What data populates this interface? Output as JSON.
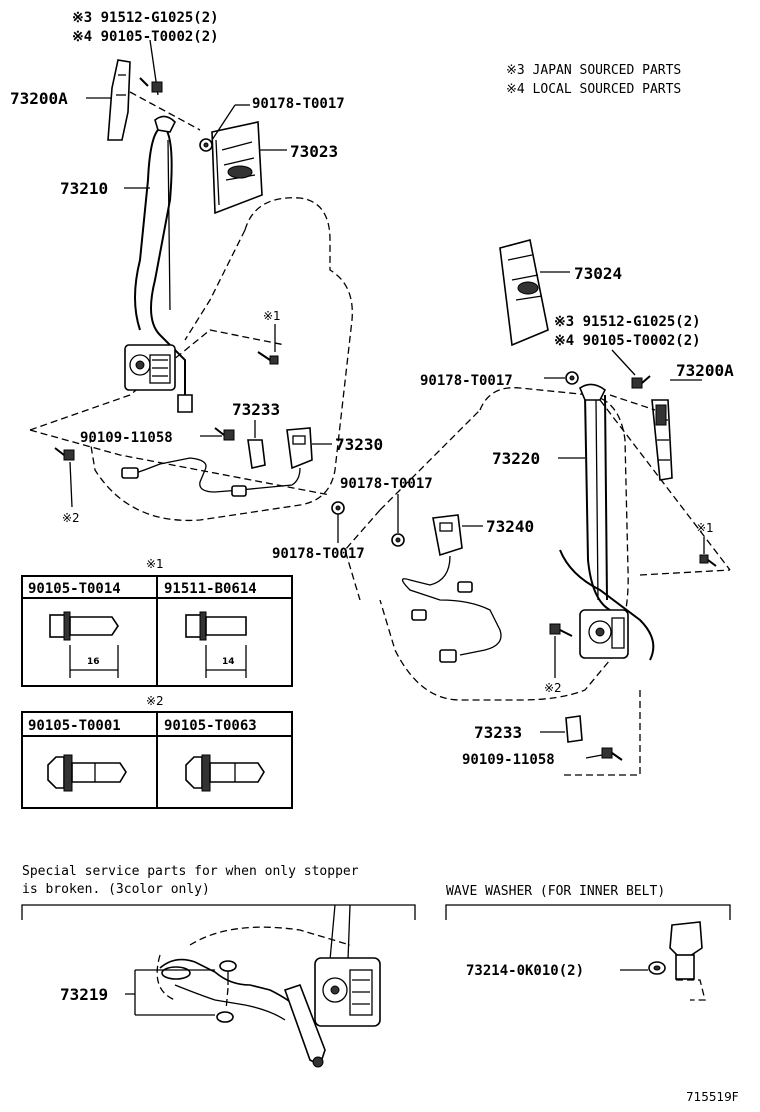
{
  "notes": {
    "top_left_line1": "※3 91512-G1025(2)",
    "top_left_line2": "※4 90105-T0002(2)",
    "legend_line1": "※3  JAPAN SOURCED PARTS",
    "legend_line2": "※4  LOCAL SOURCED PARTS",
    "right_line1": "※3 91512-G1025(2)",
    "right_line2": "※4 90105-T0002(2)"
  },
  "callouts": {
    "c73200a_left": "73200A",
    "c90178_top": "90178-T0017",
    "c73023": "73023",
    "c73210": "73210",
    "c73024": "73024",
    "mark1_left": "※1",
    "c73233_left": "73233",
    "c90109_left": "90109-11058",
    "c73230": "73230",
    "mark2_left": "※2",
    "c90178_right_top": "90178-T0017",
    "c73200a_right": "73200A",
    "c73220": "73220",
    "c90178_mid": "90178-T0017",
    "c73240": "73240",
    "c90178_bottom": "90178-T0017",
    "mark1_right": "※1",
    "mark2_right": "※2",
    "c73233_right": "73233",
    "c90109_right": "90109-11058",
    "c73219": "73219",
    "c73214": "73214-0K010(2)"
  },
  "table1": {
    "mark": "※1",
    "col1": "90105-T0014",
    "col2": "91511-B0614",
    "dim1": "16",
    "dim2": "14"
  },
  "table2": {
    "mark": "※2",
    "col1": "90105-T0001",
    "col2": "90105-T0063"
  },
  "service": {
    "line1": "Special service parts for when only stopper",
    "line2": " is broken. (3color only)",
    "wave_washer": "WAVE WASHER (FOR INNER BELT)"
  },
  "footer": {
    "code": "715519F"
  }
}
